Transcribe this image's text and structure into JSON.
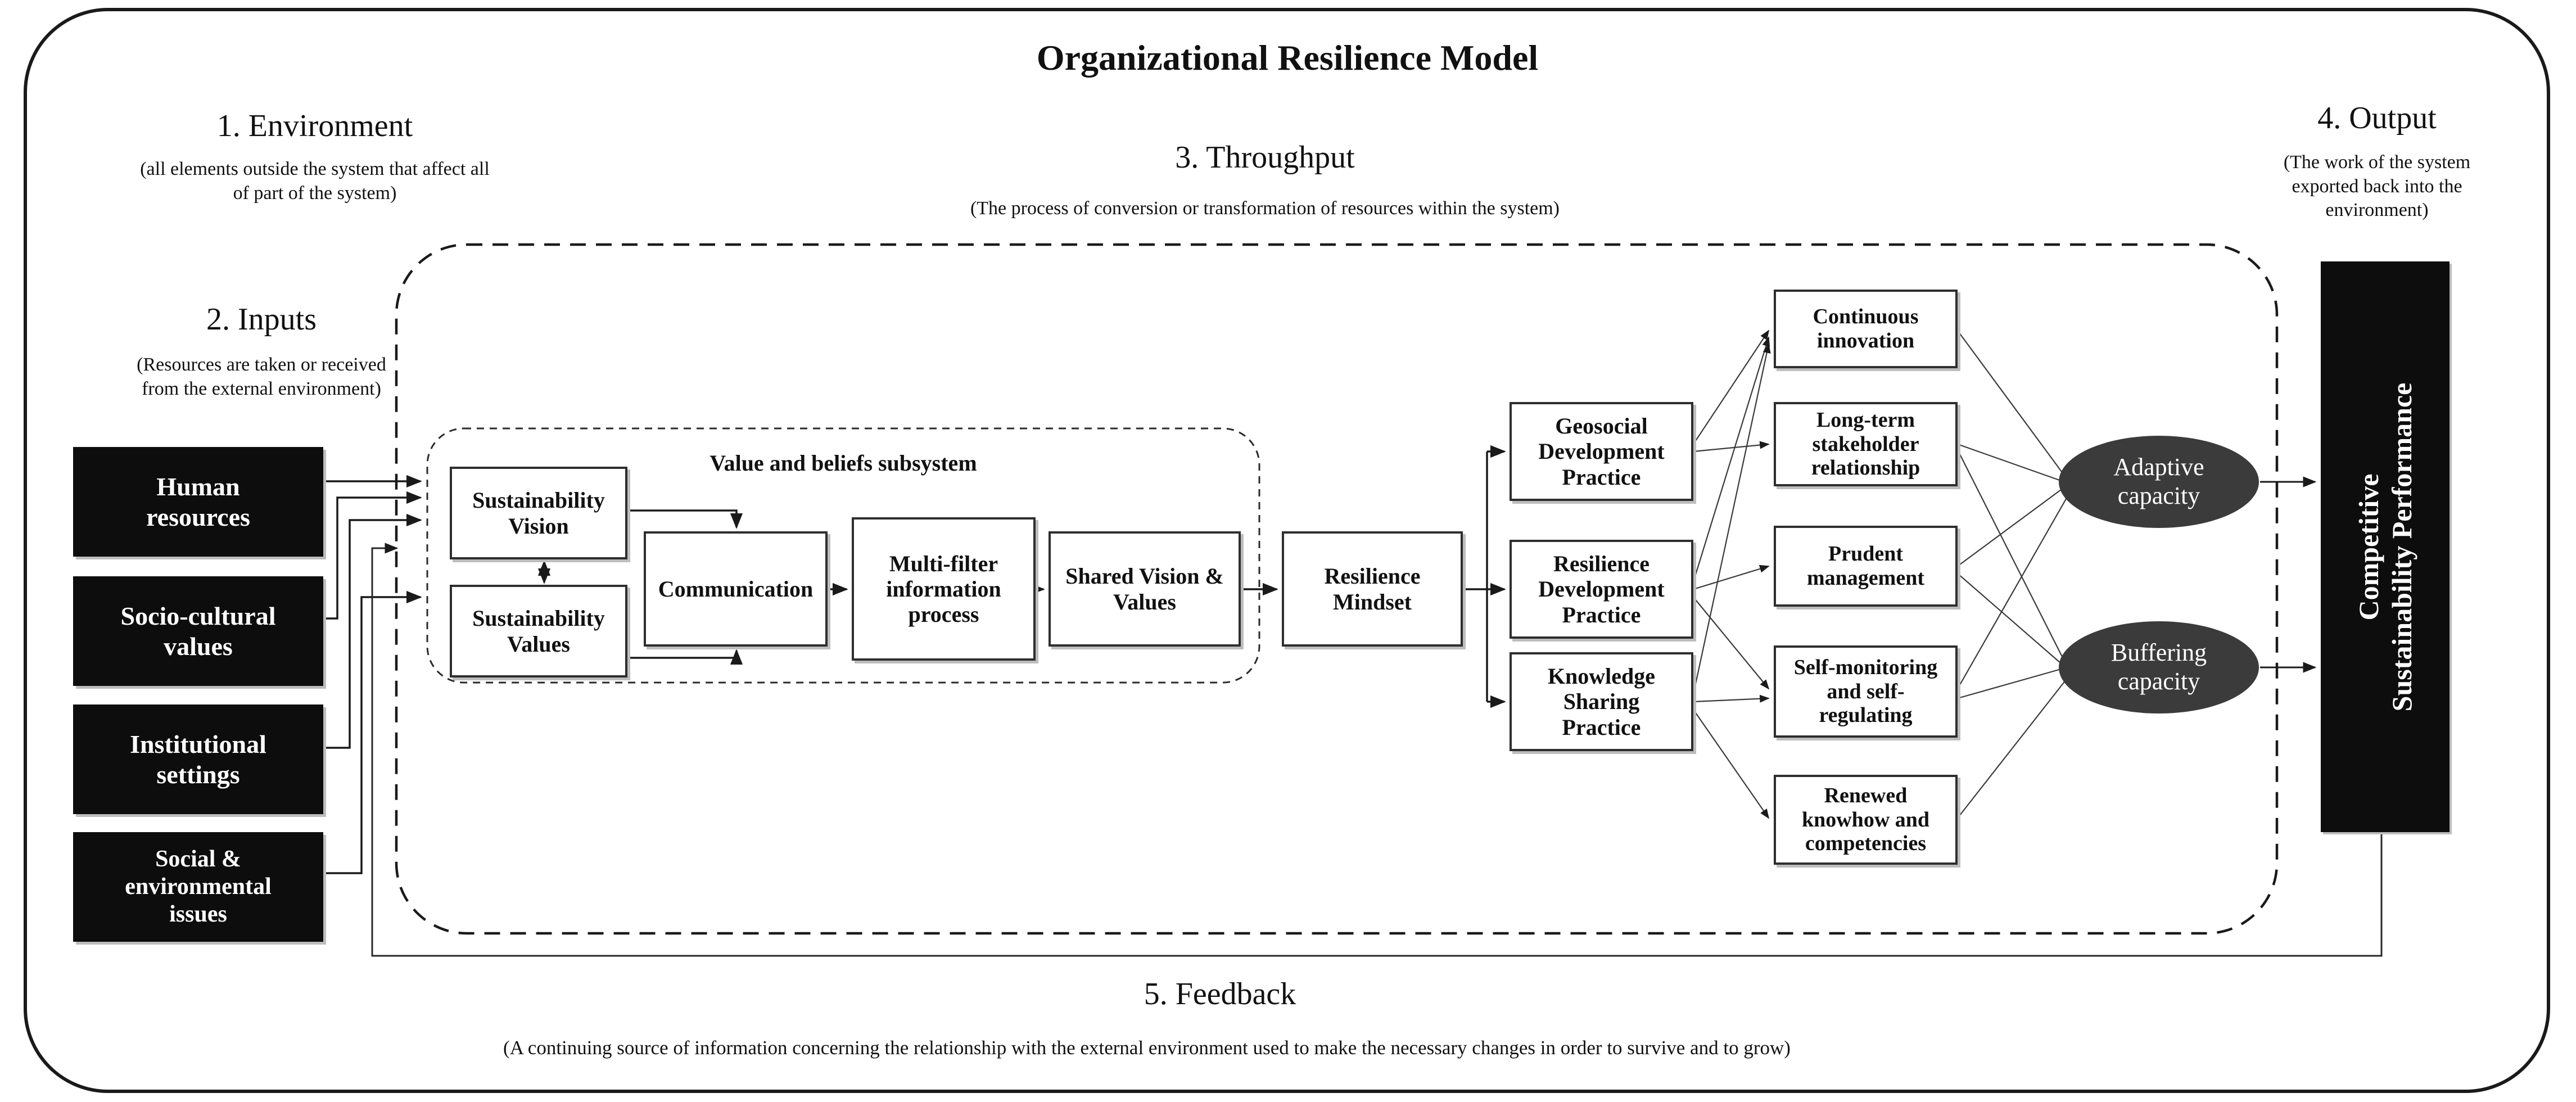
{
  "title": "Organizational Resilience Model",
  "sections": {
    "environment": {
      "heading": "1. Environment",
      "description": "(all elements outside the system that affect all of part of the system)"
    },
    "inputs": {
      "heading": "2. Inputs",
      "description": "(Resources are taken or received from the external environment)"
    },
    "throughput": {
      "heading": "3. Throughput",
      "description": "(The process of conversion or transformation of resources within the system)"
    },
    "output": {
      "heading": "4. Output",
      "description": "(The work of the system exported back into the environment)"
    },
    "feedback": {
      "heading": "5. Feedback",
      "description": "(A continuing source of information concerning the relationship with the external environment used to make the necessary changes in order to survive and to grow)"
    }
  },
  "input_boxes": [
    {
      "label": "Human resources"
    },
    {
      "label": "Socio-cultural values"
    },
    {
      "label": "Institutional settings"
    },
    {
      "label": "Social & environmental issues"
    }
  ],
  "subsystem": {
    "label": "Value and beliefs subsystem"
  },
  "nodes": {
    "vision": "Sustainability Vision",
    "values": "Sustainability Values",
    "communication": "Communication",
    "multifilter": "Multi-filter information process",
    "shared": "Shared Vision & Values",
    "mindset": "Resilience Mindset",
    "geosocial": "Geosocial Development Practice",
    "resilience_dev": "Resilience Development Practice",
    "knowledge": "Knowledge Sharing Practice",
    "innovation": "Continuous innovation",
    "stakeholder": "Long-term stakeholder relationship",
    "prudent": "Prudent management",
    "selfmonitor": "Self-monitoring and self-regulating",
    "renewed": "Renewed knowhow and competencies",
    "adaptive": "Adaptive capacity",
    "buffering": "Buffering capacity",
    "performance_line1": "Competitive",
    "performance_line2": "Sustainability Performance"
  },
  "connections": [
    {
      "from": "Human resources",
      "to": "Value and beliefs subsystem"
    },
    {
      "from": "Socio-cultural values",
      "to": "Value and beliefs subsystem"
    },
    {
      "from": "Institutional settings",
      "to": "Value and beliefs subsystem"
    },
    {
      "from": "Social & environmental issues",
      "to": "Value and beliefs subsystem"
    },
    {
      "from": "Sustainability Vision",
      "to": "Sustainability Values",
      "type": "bidirectional"
    },
    {
      "from": "Sustainability Vision",
      "to": "Communication"
    },
    {
      "from": "Sustainability Values",
      "to": "Communication"
    },
    {
      "from": "Communication",
      "to": "Multi-filter information process"
    },
    {
      "from": "Multi-filter information process",
      "to": "Shared Vision & Values"
    },
    {
      "from": "Shared Vision & Values",
      "to": "Resilience Mindset"
    },
    {
      "from": "Resilience Mindset",
      "to": "Geosocial Development Practice"
    },
    {
      "from": "Resilience Mindset",
      "to": "Resilience Development Practice"
    },
    {
      "from": "Resilience Mindset",
      "to": "Knowledge Sharing Practice"
    },
    {
      "from": "Geosocial Development Practice",
      "to": "Continuous innovation"
    },
    {
      "from": "Geosocial Development Practice",
      "to": "Long-term stakeholder relationship"
    },
    {
      "from": "Resilience Development Practice",
      "to": "Continuous innovation"
    },
    {
      "from": "Resilience Development Practice",
      "to": "Prudent management"
    },
    {
      "from": "Resilience Development Practice",
      "to": "Self-monitoring and self-regulating"
    },
    {
      "from": "Knowledge Sharing Practice",
      "to": "Continuous innovation"
    },
    {
      "from": "Knowledge Sharing Practice",
      "to": "Self-monitoring and self-regulating"
    },
    {
      "from": "Knowledge Sharing Practice",
      "to": "Renewed knowhow and competencies"
    },
    {
      "from": "Continuous innovation",
      "to": "Adaptive capacity"
    },
    {
      "from": "Long-term stakeholder relationship",
      "to": "Adaptive capacity"
    },
    {
      "from": "Long-term stakeholder relationship",
      "to": "Buffering capacity"
    },
    {
      "from": "Prudent management",
      "to": "Adaptive capacity"
    },
    {
      "from": "Prudent management",
      "to": "Buffering capacity"
    },
    {
      "from": "Self-monitoring and self-regulating",
      "to": "Adaptive capacity"
    },
    {
      "from": "Self-monitoring and self-regulating",
      "to": "Buffering capacity"
    },
    {
      "from": "Renewed knowhow and competencies",
      "to": "Buffering capacity"
    },
    {
      "from": "Adaptive capacity",
      "to": "Competitive Sustainability Performance"
    },
    {
      "from": "Buffering capacity",
      "to": "Competitive Sustainability Performance"
    },
    {
      "from": "Competitive Sustainability Performance",
      "to": "System (feedback loop)"
    }
  ],
  "colors": {
    "background": "#ffffff",
    "line": "#1a1a1a",
    "box_border": "#2e2e2e",
    "solid_box_fill": "#0d0d0d",
    "ellipse_fill": "#3b3b3b",
    "text_on_dark": "#ffffff"
  }
}
